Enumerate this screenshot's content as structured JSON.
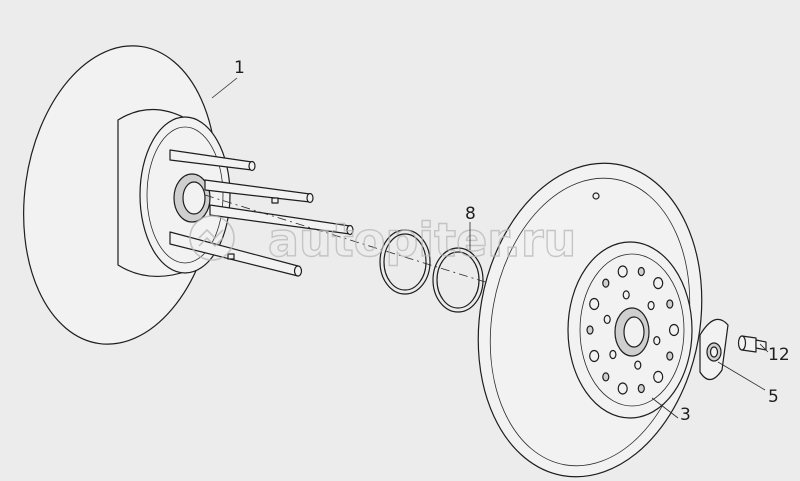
{
  "watermark": {
    "text": "autopiter.ru",
    "color": "#b7b7b7"
  },
  "callouts": [
    {
      "id": "c1",
      "label": "1"
    },
    {
      "id": "c8",
      "label": "8"
    },
    {
      "id": "c3",
      "label": "3"
    },
    {
      "id": "c12",
      "label": "12"
    },
    {
      "id": "c5",
      "label": "5"
    }
  ],
  "colors": {
    "background": "#ececec",
    "line": "#1e1e1e",
    "shade": "#cfcfcf"
  }
}
